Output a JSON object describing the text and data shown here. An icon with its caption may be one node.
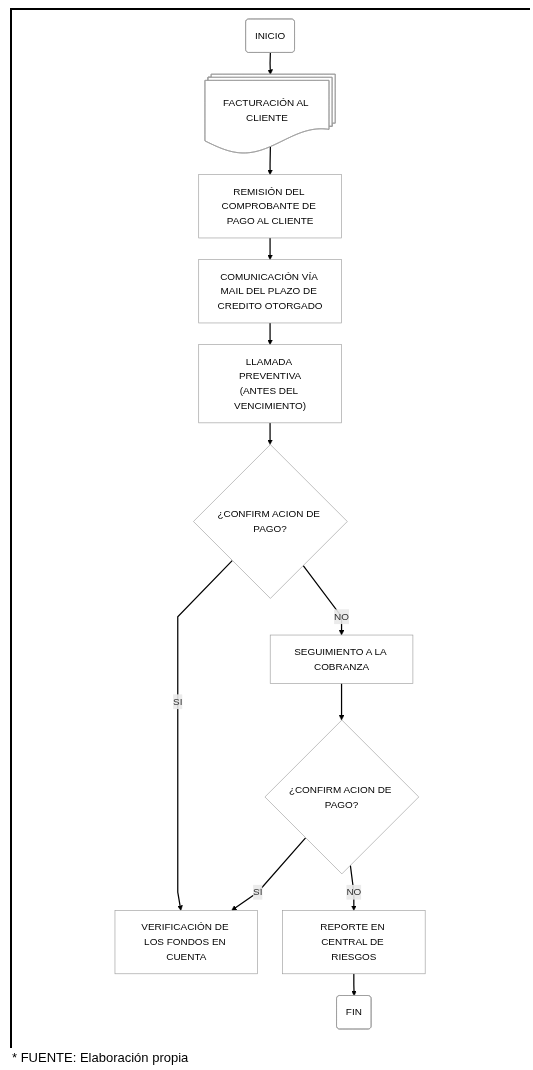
{
  "diagram": {
    "caption": "* FUENTE: Elaboración propia",
    "nodes": [
      {
        "text": [
          "INICIO"
        ]
      },
      {
        "text": [
          "FACTURACIÓN AL CLIENTE"
        ]
      },
      {
        "text": [
          "REMISIÓN DEL COMPROBANTE DE PAGO AL CLIENTE"
        ]
      },
      {
        "text": [
          "COMUNICACIÓN VÍA MAIL DEL PLAZO DE CREDITO OTORGADO"
        ]
      },
      {
        "text": [
          "LLAMADA PREVENTIVA",
          "(ANTES DEL VENCIMIENTO)"
        ]
      },
      {
        "text": [
          "¿CONFIRM ACION DE PAGO?"
        ]
      },
      {
        "text": [
          "VERIFICACIÓN DE LOS FONDOS EN CUENTA"
        ]
      },
      {
        "text": [
          "SEGUIMIENTO A LA COBRANZA"
        ]
      },
      {
        "text": [
          "¿CONFIRM ACION DE PAGO?"
        ]
      },
      {
        "text": [
          "REPORTE EN CENTRAL DE RIESGOS"
        ]
      },
      {
        "text": [
          "FIN"
        ]
      }
    ],
    "edges": [
      {
        "from": 0,
        "to": 1,
        "arrow": "to"
      },
      {
        "from": 1,
        "to": 2,
        "arrow": "to"
      },
      {
        "from": 2,
        "to": 3,
        "arrow": "to"
      },
      {
        "from": 3,
        "to": 4,
        "arrow": "to"
      },
      {
        "from": 4,
        "to": 5,
        "arrow": "to"
      },
      {
        "from": 5,
        "to": 6,
        "arrow": "to",
        "label": "SI"
      },
      {
        "from": 5,
        "to": 7,
        "arrow": "to",
        "label": "NO"
      },
      {
        "from": 7,
        "to": 8,
        "arrow": "to"
      },
      {
        "from": 8,
        "to": 6,
        "arrow": "to",
        "label": "SI"
      },
      {
        "from": 8,
        "to": 9,
        "arrow": "to",
        "label": "NO"
      },
      {
        "from": 9,
        "to": 10,
        "arrow": "to"
      }
    ]
  }
}
